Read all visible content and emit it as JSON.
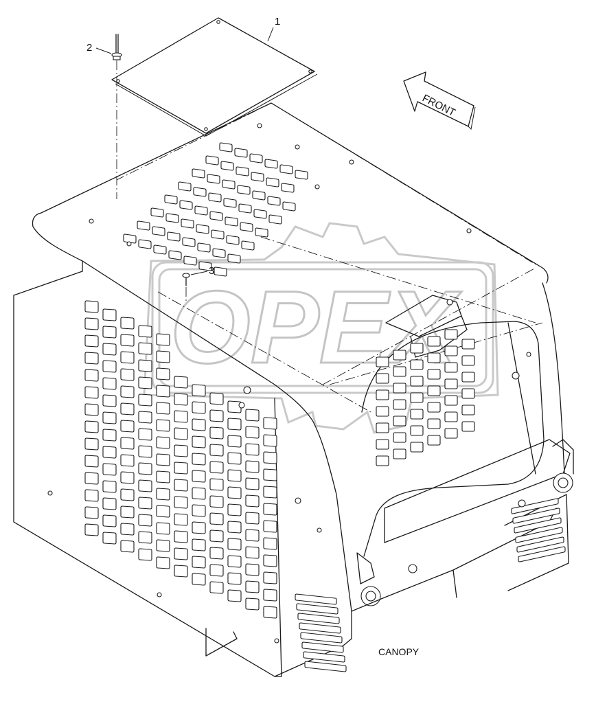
{
  "diagram": {
    "caption": "CANOPY",
    "front_label": "FRONT",
    "callouts": [
      "1",
      "2",
      "3"
    ],
    "watermark_text": "OPEX"
  }
}
